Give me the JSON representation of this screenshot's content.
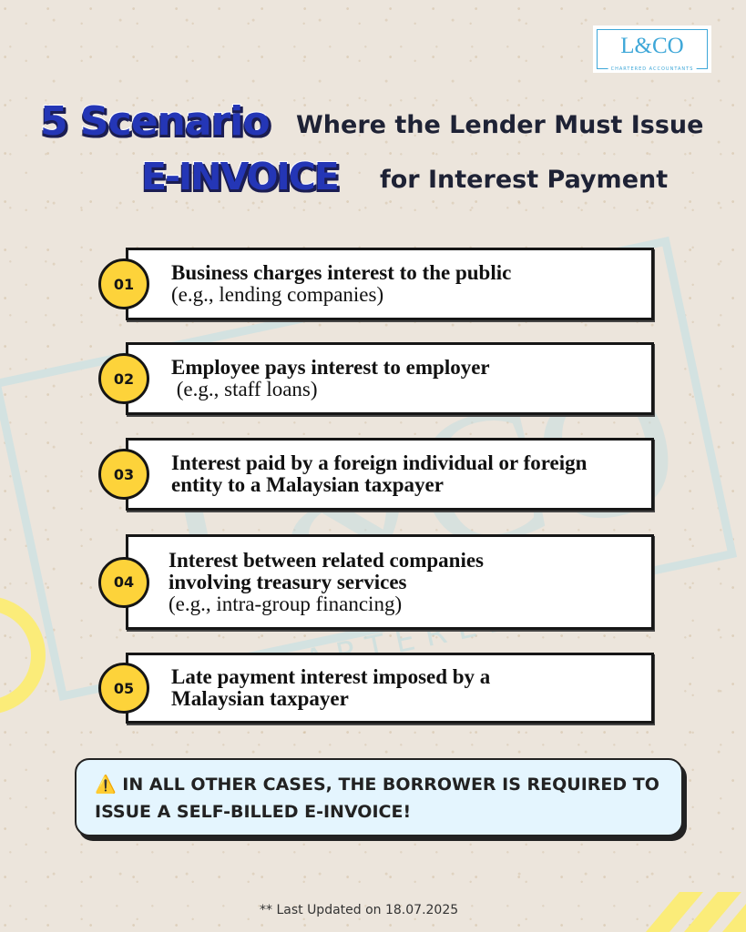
{
  "brand": {
    "logo_text": "L&CO",
    "logo_subtitle": "CHARTERED ACCOUNTANTS",
    "accent_color": "#3ea7d8"
  },
  "headline": {
    "number_word": "5 Scenario",
    "line1_rest": "Where the Lender Must Issue",
    "highlight": "E-INVOICE",
    "line2_rest": "for Interest Payment"
  },
  "scenarios": [
    {
      "number": "01",
      "title": "Business charges interest to the public",
      "example": "(e.g., lending companies)"
    },
    {
      "number": "02",
      "title": "Employee pays interest to employer",
      "example": " (e.g., staff loans)"
    },
    {
      "number": "03",
      "title": "Interest paid by a foreign individual or foreign entity to a Malaysian taxpayer",
      "example": ""
    },
    {
      "number": "04",
      "title": "Interest between related companies involving treasury services",
      "example": "(e.g., intra-group financing)"
    },
    {
      "number": "05",
      "title": "Late payment interest imposed by a Malaysian taxpayer",
      "example": ""
    }
  ],
  "callout": {
    "icon": "warning-icon",
    "icon_glyph": "⚠️",
    "text": "IN ALL OTHER CASES, THE BORROWER IS REQUIRED TO ISSUE A SELF-BILLED E-INVOICE!"
  },
  "footer": {
    "note": "** Last Updated on 18.07.2025"
  },
  "colors": {
    "background": "#ece5dc",
    "badge_fill": "#fdd33a",
    "headline_blue": "#2436b6",
    "callout_fill": "#e4f5fe",
    "decor_yellow": "#fbec79"
  }
}
